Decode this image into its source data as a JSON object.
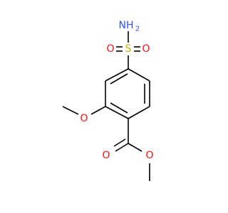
{
  "molecule": {
    "atoms": {
      "amine_n": "NH",
      "amine_h_count": "2",
      "sulfur": "S",
      "sulfonyl_o_left": "O",
      "sulfonyl_o_right": "O",
      "methoxy_o": "O",
      "carbonyl_o": "O",
      "ester_o": "O"
    }
  },
  "colors": {
    "bond": "#000000",
    "oxygen": "#ff0d0d",
    "nitrogen": "#3050f8",
    "sulfur": "#c8b400",
    "background": "#ffffff"
  }
}
